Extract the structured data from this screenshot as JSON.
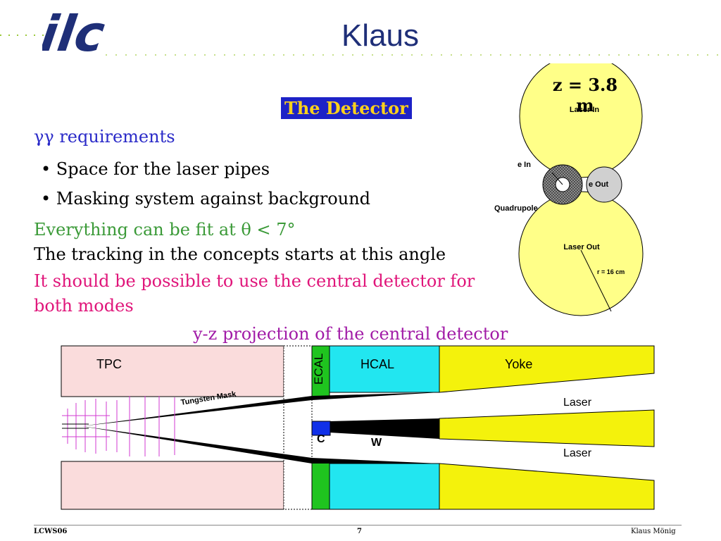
{
  "header": {
    "logo_text": "ilc",
    "title": "Klaus"
  },
  "slide": {
    "heading": "The Detector",
    "gg_requirements": "γγ requirements",
    "bullets": [
      "Space for the laser pipes",
      "Masking system against background"
    ],
    "line_fit": "Everything can be fit at θ < 7°",
    "line_tracking": "The tracking in the concepts starts at this angle",
    "line_possible_1": "It should be possible to use the central detector for",
    "line_possible_2": "both modes"
  },
  "side_diagram": {
    "z_label": "z = 3.8 m",
    "laser_in": "Laser In",
    "e_in": "e In",
    "e_out": "e Out",
    "quadrupole": "Quadrupole",
    "laser_out": "Laser Out",
    "radius": "r = 16 cm"
  },
  "projection": {
    "title": "y-z projection of the central detector",
    "tpc": "TPC",
    "ecal": "ECAL",
    "hcal": "HCAL",
    "yoke": "Yoke",
    "tungsten_mask": "Tungsten Mask",
    "laser_top": "Laser",
    "laser_bottom": "Laser",
    "c": "C",
    "w": "W"
  },
  "footer": {
    "left": "LCWS06",
    "page": "7",
    "right": "Klaus Mönig"
  },
  "colors": {
    "title_blue": "#1f2f78",
    "heading_bg": "#1d22c7",
    "heading_text": "#ffd21a",
    "tpc_pink": "#fadcdc",
    "ecal_green": "#1fc41f",
    "hcal_cyan": "#22e6f0",
    "yoke_yellow": "#f4f20c",
    "circle_yellow": "#ffff88",
    "mask_black": "#000000"
  }
}
